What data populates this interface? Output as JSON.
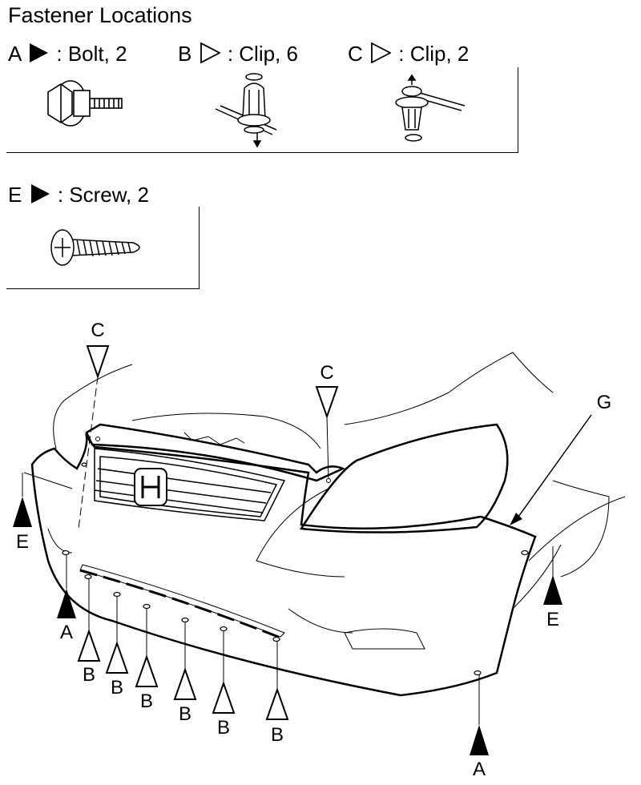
{
  "title": "Fastener Locations",
  "legend": [
    {
      "letter": "A",
      "symbol": "filled-triangle",
      "text": ": Bolt, 2"
    },
    {
      "letter": "B",
      "symbol": "open-triangle",
      "text": ": Clip, 6"
    },
    {
      "letter": "C",
      "symbol": "open-triangle",
      "text": ": Clip, 2"
    },
    {
      "letter": "E",
      "symbol": "filled-triangle",
      "text": ": Screw, 2"
    }
  ],
  "callouts": {
    "a": "A",
    "b": "B",
    "c": "C",
    "e": "E",
    "g": "G"
  }
}
